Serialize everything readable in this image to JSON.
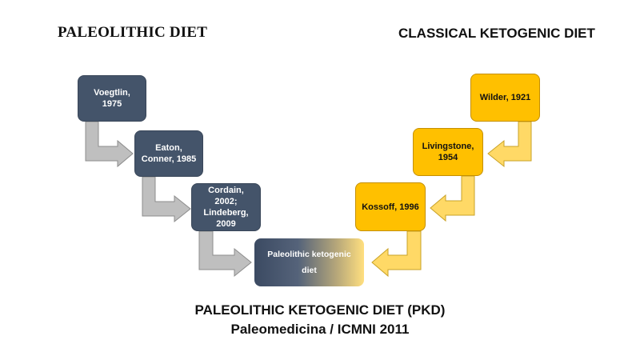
{
  "headings": {
    "left": "PALEOLITHIC DIET",
    "right": "CLASSICAL KETOGENIC DIET"
  },
  "paleo_boxes": [
    "Voegtlin,\n1975",
    "Eaton,\nConner, 1985",
    "Cordain,\n2002;\nLindeberg,\n2009"
  ],
  "keto_boxes": [
    "Wilder, 1921",
    "Livingstone,\n1954",
    "Kossoff, 1996"
  ],
  "merged_box": "Paleolithic ketogenic\ndiet",
  "footer": {
    "line1": "PALEOLITHIC KETOGENIC DIET (PKD)",
    "line2": "Paleomedicina / ICMNI 2011"
  },
  "colors": {
    "paleo_fill": "#44546a",
    "keto_fill": "#ffc000",
    "paleo_arrow": "#bfbfbf",
    "keto_arrow": "#ffd966"
  }
}
